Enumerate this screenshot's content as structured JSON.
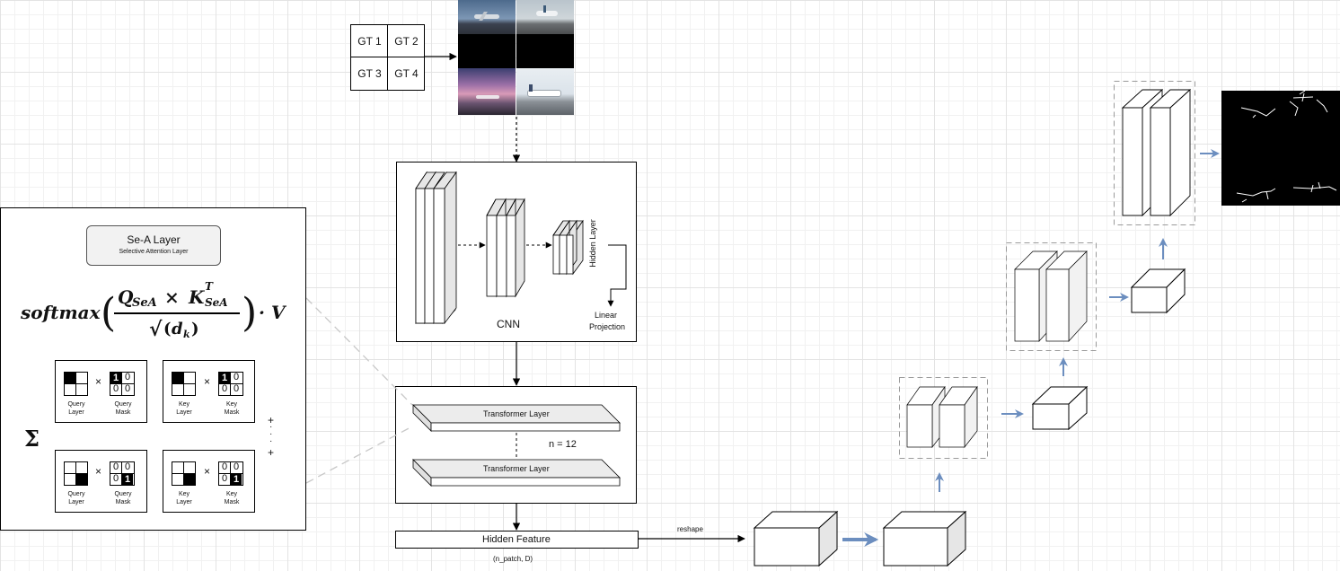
{
  "gt_grid": {
    "cells": [
      "GT 1",
      "GT 2",
      "GT 3",
      "GT 4"
    ]
  },
  "cnn": {
    "label": "CNN",
    "hidden_layer": "Hidden Layer",
    "linear_projection_1": "Linear",
    "linear_projection_2": "Projection"
  },
  "transformer": {
    "layer1": "Transformer Layer",
    "layer2": "Transformer Layer",
    "repeat": "n = 12"
  },
  "hidden_feature": {
    "label": "Hidden Feature",
    "shape": "(n_patch, D)",
    "reshape": "reshape"
  },
  "sea": {
    "title": "Se-A Layer",
    "subtitle": "Selective Attention Layer",
    "sigma": "Σ",
    "formula": {
      "fn": "softmax",
      "q": "Q",
      "q_sub": "SeA",
      "times": "×",
      "k": "K",
      "k_sub": "SeA",
      "k_sup": "T",
      "denom_sqrt": "√",
      "denom_d": "d",
      "denom_sub": "k",
      "v": "· V"
    },
    "plus": "+",
    "dots": "·\n·\n·",
    "blocks": [
      {
        "l1": "Query",
        "l2": "Layer",
        "r1": "Query",
        "r2": "Mask",
        "one": "1",
        "zero": "0"
      },
      {
        "l1": "Key",
        "l2": "Layer",
        "r1": "Key",
        "r2": "Mask",
        "one": "1",
        "zero": "0"
      },
      {
        "l1": "Query",
        "l2": "Layer",
        "r1": "Query",
        "r2": "Mask",
        "one": "1",
        "zero": "0"
      },
      {
        "l1": "Key",
        "l2": "Layer",
        "r1": "Key",
        "r2": "Mask",
        "one": "1",
        "zero": "0"
      }
    ],
    "multiply": "×"
  },
  "colors": {
    "accent_arrow": "#6c8ebf",
    "face": "#ffffff",
    "side": "#e6e6e6"
  }
}
